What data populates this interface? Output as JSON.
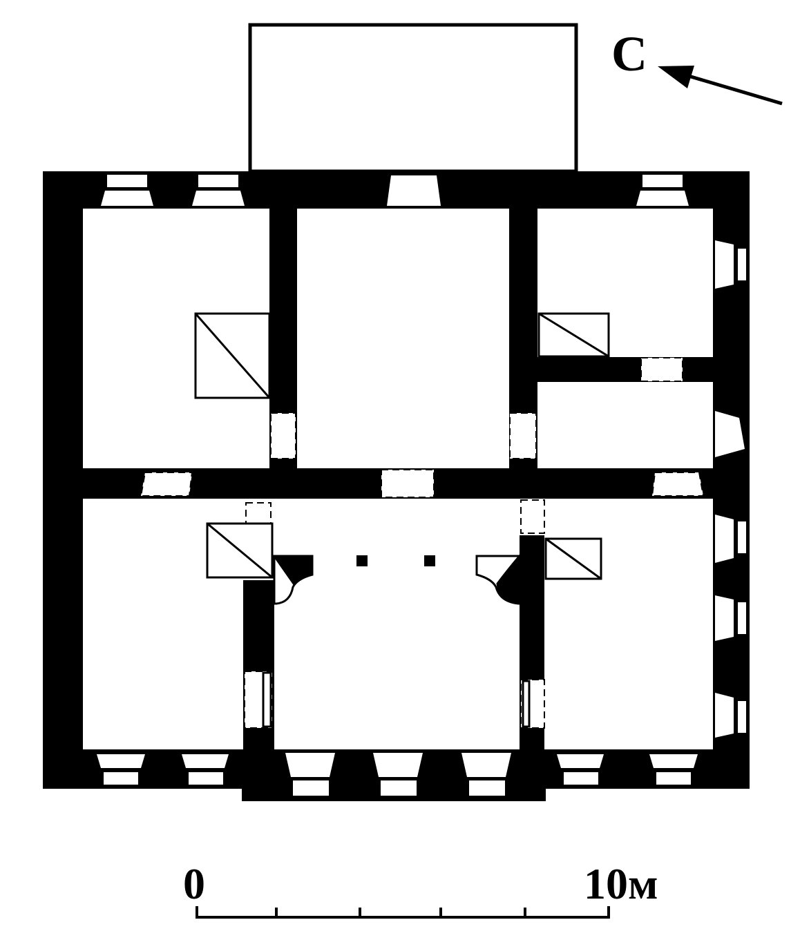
{
  "north_label": "С",
  "scale": {
    "start_label": "0",
    "end_label": "10м",
    "divisions": 5,
    "length_m": 10
  },
  "colors": {
    "wall": "#000000",
    "background": "#ffffff"
  }
}
